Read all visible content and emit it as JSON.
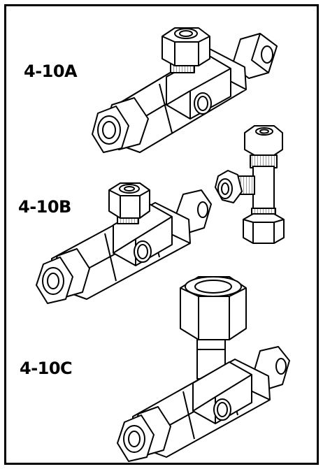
{
  "labels": {
    "a": "4-10A",
    "b": "4-10B",
    "c": "4-10C"
  },
  "colors": {
    "ink": "#000000",
    "background": "#ffffff"
  }
}
